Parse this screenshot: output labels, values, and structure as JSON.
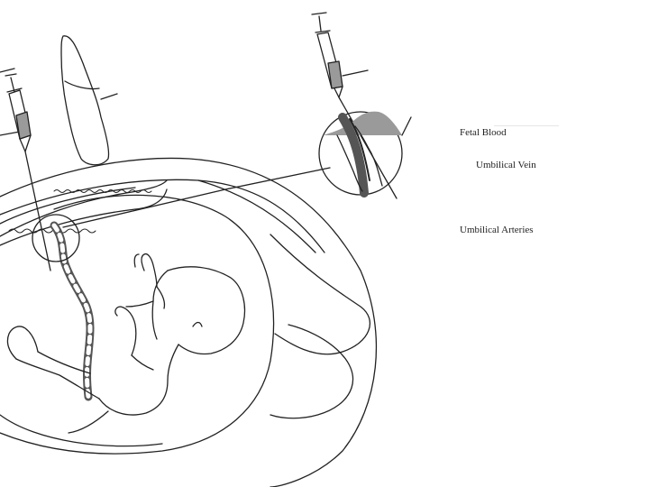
{
  "labels": {
    "fetal_blood": "Fetal Blood",
    "umbilical_vein": "Umbilical Vein",
    "umbilical_arteries": "Umbilical Arteries"
  },
  "illustration": {
    "subject": "fetus-in-utero-with-cordocentesis-needle",
    "line_color": "#222222",
    "shade_color": "#9a9a9a",
    "cord_color": "#555555"
  }
}
